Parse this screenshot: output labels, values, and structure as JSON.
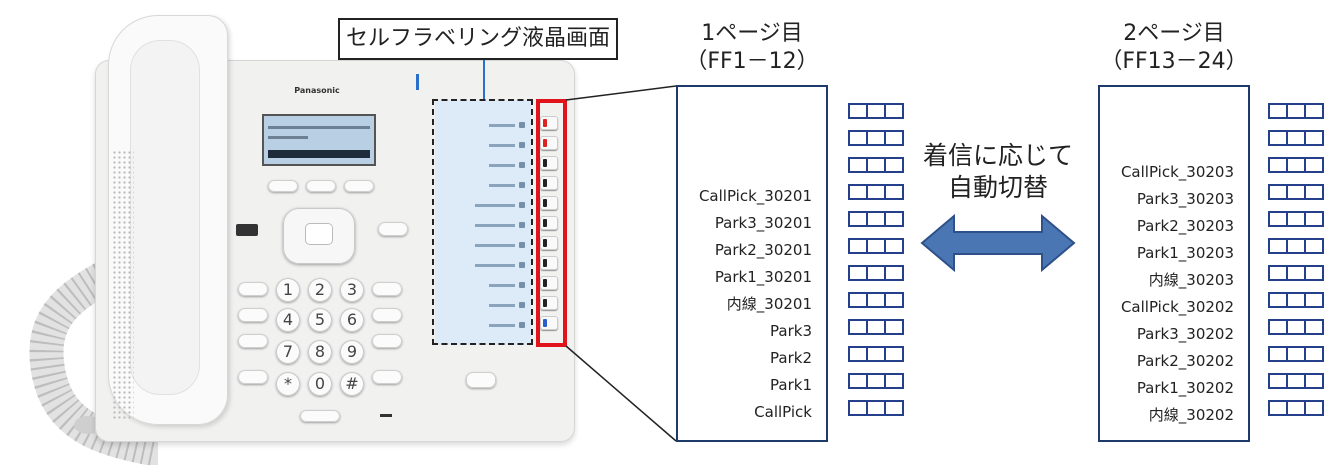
{
  "phone": {
    "brand": "Panasonic",
    "callout": "セルフラベリング液晶画面"
  },
  "page1": {
    "title_line1": "1ページ目",
    "title_line2": "（FF1－12）",
    "labels": [
      "",
      "",
      "",
      "CallPick_30201",
      "Park3_30201",
      "Park2_30201",
      "Park1_30201",
      "内線_30201",
      "Park3",
      "Park2",
      "Park1",
      "CallPick"
    ]
  },
  "switch": {
    "line1": "着信に応じて",
    "line2": "自動切替"
  },
  "page2": {
    "title_line1": "2ページ目",
    "title_line2": "（FF13－24）",
    "labels": [
      "",
      "",
      "CallPick_30203",
      "Park3_30203",
      "Park2_30203",
      "Park1_30203",
      "内線_30203",
      "CallPick_30202",
      "Park3_30202",
      "Park2_30202",
      "Park1_30202",
      "内線_30202"
    ]
  },
  "colors": {
    "highlight_red": "#e2141b",
    "key_blue": "#24408a",
    "arrow_blue": "#4a76b4"
  }
}
